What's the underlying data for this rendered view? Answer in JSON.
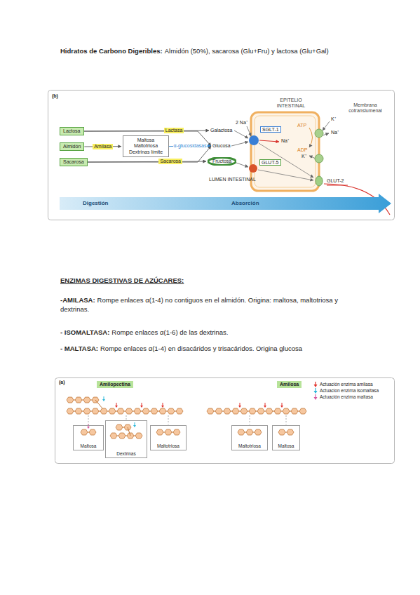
{
  "diagram": {
    "title": "Hidratos de Carbono Digeribles:",
    "nodes": [
      {
        "text": [
          "Lactosa"
        ]
      },
      {
        "text": [
          "Almidón"
        ]
      },
      {
        "text": [
          "Sacarosa"
        ]
      },
      {
        "text": [
          "Maltosa Maltotriosa Dextrinas límite"
        ]
      },
      {
        "text": [
          "Galactosa"
        ]
      },
      {
        "text": [
          "Glucosa"
        ]
      },
      {
        "text": [
          "Fructosa"
        ]
      },
      {
        "text": [
          "Amilopectina"
        ]
      },
      {
        "text": [
          "Amilosa"
        ]
      },
      {
        "text": [
          "Maltosa"
        ]
      },
      {
        "text": [
          "Dextrinas"
        ]
      },
      {
        "text": [
          "Maltotriosa"
        ]
      },
      {
        "text": [
          "Maltotriosa"
        ]
      },
      {
        "text": [
          "Maltosa"
        ]
      }
    ],
    "edges": [
      {
        "from": 0,
        "to": 4,
        "label": "Lactasa",
        "arrow": "to"
      },
      {
        "from": 0,
        "to": 5,
        "arrow": "to"
      },
      {
        "from": 1,
        "to": 3,
        "label": "Amilasa",
        "arrow": "to"
      },
      {
        "from": 3,
        "to": 5,
        "label": "α-glucosidasas",
        "arrow": "to"
      },
      {
        "from": 2,
        "to": 6,
        "label": "Sacarosa",
        "arrow": "to"
      },
      {
        "from": 2,
        "to": 5,
        "arrow": "to"
      }
    ],
    "labels": [
      "Almidón (50%), sacarosa (Glu+Fru) y lactosa (Glu+Gal)",
      "(b)",
      "EPITELIO INTESTINAL",
      "Membrana cotranslumenal",
      "2 Na⁺",
      "SGLT-1",
      "Na⁺",
      "ATP",
      "K⁺",
      "ADP",
      "Na⁺",
      "K⁺",
      "LUMEN INTESTINAL",
      "GLUT-5",
      "GLUT-2",
      "Digestión",
      "Absorción",
      "ENZIMAS DIGESTIVAS DE AZÚCARES:",
      "-AMILASA:",
      "Rompe enlaces α(1-4) no contiguos en el almidón. Origina: maltosa, maltotriosa y dextrinas.",
      "- ISOMALTASA:",
      "Rompe enlaces α(1-6) de las dextrinas.",
      "- MALTASA:",
      "Rompe enlaces α(1-4) en disacáridos y trisacáridos. Origina glucosa",
      "(a)"
    ],
    "legend": [
      {
        "text": "Actuación enzima amilasa",
        "color": "#e0302a"
      },
      {
        "text": "Actuacion enzima isomaltasa",
        "color": "#29b6d8"
      },
      {
        "text": "Actuación enzima maltasa",
        "color": "#d65aa0"
      }
    ]
  }
}
